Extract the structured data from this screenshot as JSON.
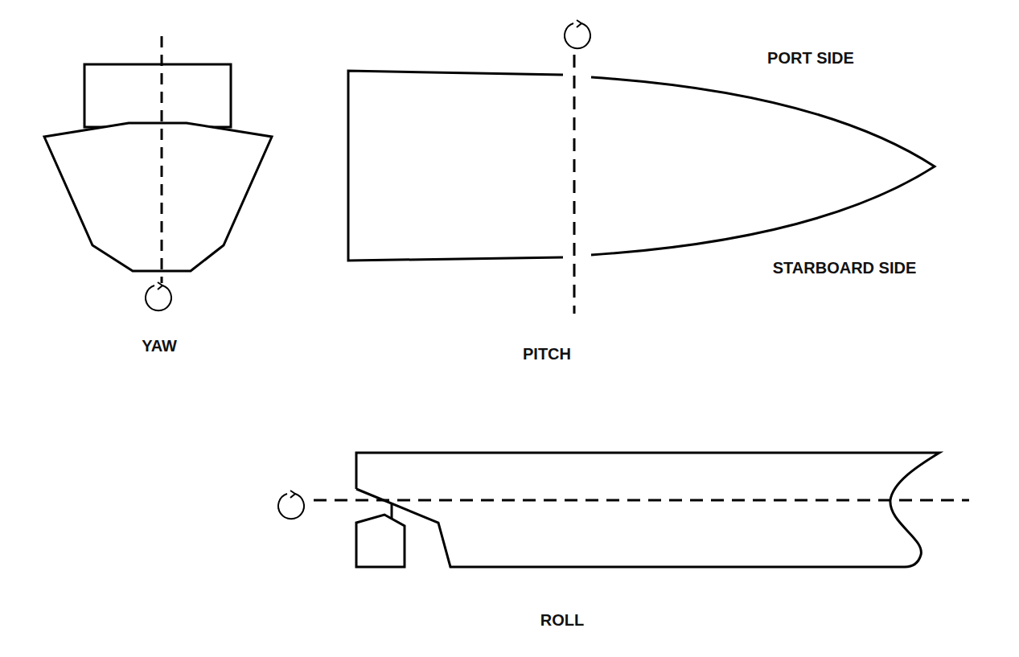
{
  "diagram": {
    "labels": [
      "PORT SIDE",
      "YAW",
      "PITCH",
      "STARBOARD SIDE",
      "ROLL"
    ]
  }
}
